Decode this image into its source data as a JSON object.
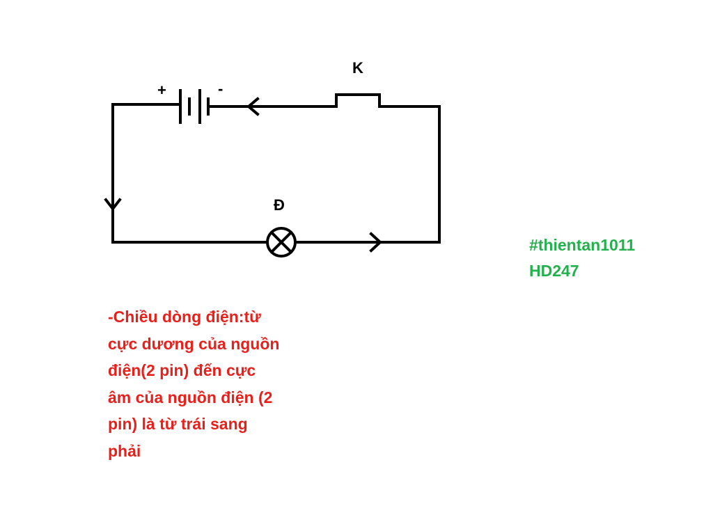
{
  "diagram": {
    "switch_label": "K",
    "lamp_label": "Đ",
    "battery_plus": "+",
    "battery_minus": "-"
  },
  "explanation": [
    "-Chiều dòng điện:từ",
    "cực dương của nguồn",
    "điện(2 pin) đến cực",
    "âm của nguồn điện (2",
    "pin) là từ trái sang",
    "phải"
  ],
  "signature": {
    "handle": "#thientan1011",
    "site": "HD247"
  },
  "colors": {
    "wire": "#000000",
    "explanation_text": "#e8201c",
    "signature_text": "#22b14c"
  }
}
